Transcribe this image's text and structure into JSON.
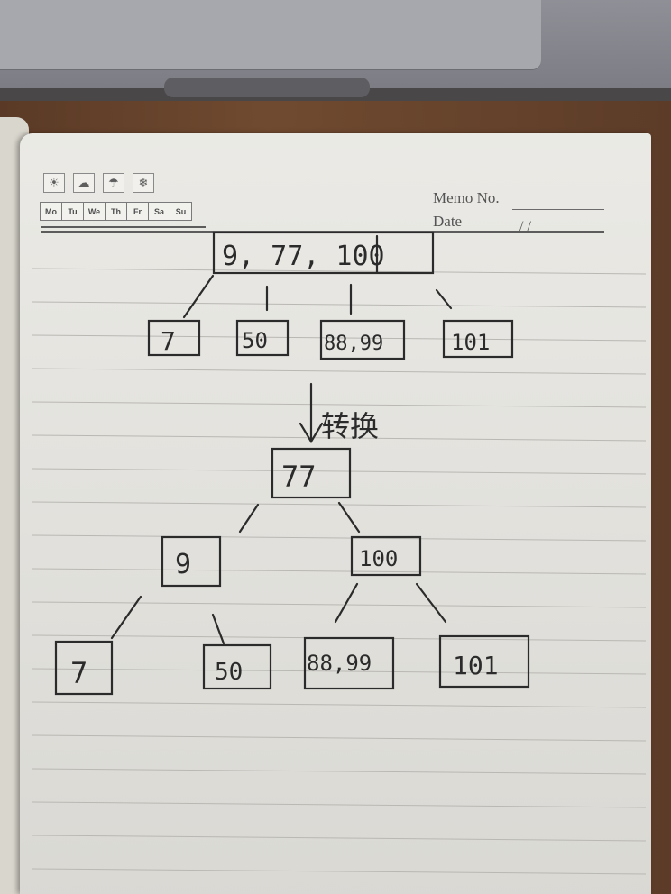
{
  "header": {
    "weather_icons": [
      "sun-icon",
      "cloud-icon",
      "rain-icon",
      "snow-icon"
    ],
    "weekdays": [
      "Mo",
      "Tu",
      "We",
      "Th",
      "Fr",
      "Sa",
      "Su"
    ],
    "memo_label": "Memo No.",
    "date_label": "Date",
    "date_slashes": "/       /"
  },
  "sketch": {
    "before_root": "9, 77, 100",
    "before_children": [
      "7",
      "50",
      "88,99",
      "101"
    ],
    "arrow_label": "转换",
    "after_root": "77",
    "after_mid": [
      "9",
      "100"
    ],
    "after_leaves": [
      "7",
      "50",
      "88,99",
      "101"
    ]
  }
}
